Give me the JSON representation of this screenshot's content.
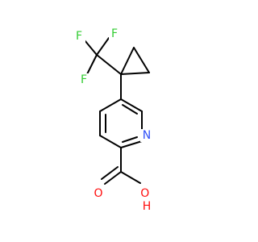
{
  "molecule": {
    "atoms": {
      "F1": {
        "symbol": "F",
        "color": "#33cc33"
      },
      "F2": {
        "symbol": "F",
        "color": "#33cc33"
      },
      "F3": {
        "symbol": "F",
        "color": "#33cc33"
      },
      "N": {
        "symbol": "N",
        "color": "#3050f8"
      },
      "O1": {
        "symbol": "O",
        "color": "#ff0d0d"
      },
      "O2": {
        "symbol": "OH",
        "color": "#ff0d0d"
      }
    },
    "bond_color": "#000000"
  }
}
